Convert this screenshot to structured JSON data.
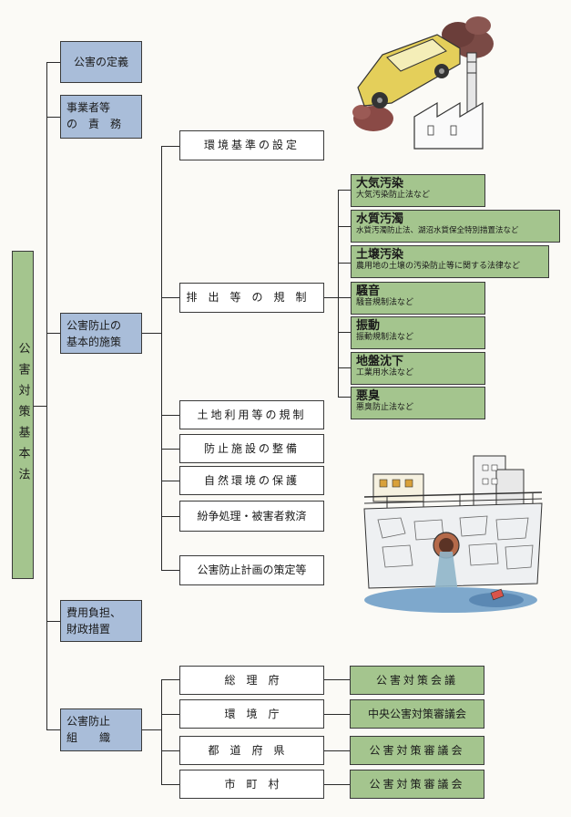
{
  "root": "公害対策基本法",
  "level1": {
    "definition": "公害の定義",
    "responsibility": [
      "事業者等",
      "の　責　務"
    ],
    "basic_measures": [
      "公害防止の",
      "基本的施策"
    ],
    "cost": [
      "費用負担、",
      "財政措置"
    ],
    "organization": [
      "公害防止",
      "組　　織"
    ]
  },
  "measures": {
    "env_standard": "環境基準の設定",
    "emission": "排出等の規制",
    "land_use": "土地利用等の規制",
    "facilities": "防止施設の整備",
    "nature": "自然環境の保護",
    "dispute": "紛争処理・被害者救済",
    "plan": "公害防止計画の策定等"
  },
  "pollution_types": [
    {
      "title": "大気汚染",
      "law": "大気汚染防止法など"
    },
    {
      "title": "水質汚濁",
      "law": "水質汚濁防止法、湖沼水質保全特別措置法など"
    },
    {
      "title": "土壌汚染",
      "law": "農用地の土壌の汚染防止等に関する法律など"
    },
    {
      "title": "騒音",
      "law": "騒音規制法など"
    },
    {
      "title": "振動",
      "law": "振動規制法など"
    },
    {
      "title": "地盤沈下",
      "law": "工業用水法など"
    },
    {
      "title": "悪臭",
      "law": "悪臭防止法など"
    }
  ],
  "organizations": [
    {
      "entity": "総　理　府",
      "council": "公害対策会議"
    },
    {
      "entity": "環　境　庁",
      "council": "中央公害対策審議会"
    },
    {
      "entity": "都道府県",
      "council": "公害対策審議会"
    },
    {
      "entity": "市　町　村",
      "council": "公害対策審議会"
    }
  ],
  "colors": {
    "blue_box": "#a9bdd9",
    "green_box": "#a4c58e"
  }
}
